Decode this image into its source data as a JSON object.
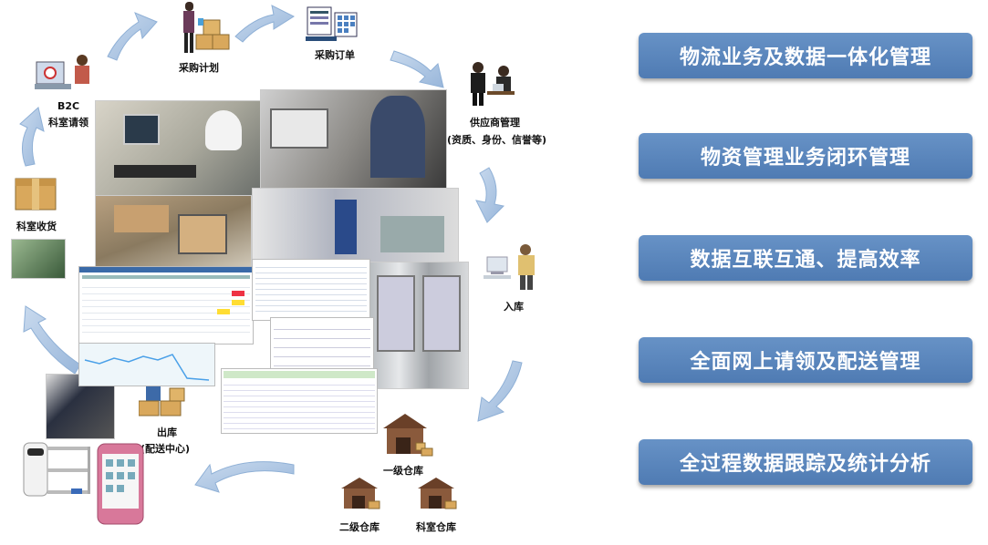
{
  "cycle_labels": {
    "purchase_plan": "采购计划",
    "purchase_order": "采购订单",
    "supplier_mgmt": "供应商管理",
    "supplier_mgmt_sub": "(资质、身份、信誉等)",
    "inbound": "入库",
    "warehouse_1": "一级仓库",
    "warehouse_2": "二级仓库",
    "warehouse_dept": "科室仓库",
    "outbound": "出库",
    "outbound_sub": "(配送中心)",
    "dept_receive": "科室收货",
    "b2c": "B2C",
    "b2c_sub": "科室请领"
  },
  "features": [
    "物流业务及数据一体化管理",
    "物资管理业务闭环管理",
    "数据互联互通、提高效率",
    "全面网上请领及配送管理",
    "全过程数据跟踪及统计分析"
  ],
  "colors": {
    "pill": "#5a86bd",
    "arrow": "#a9c4e2",
    "box": "#d9a85c",
    "house": "#8a5a3c"
  }
}
